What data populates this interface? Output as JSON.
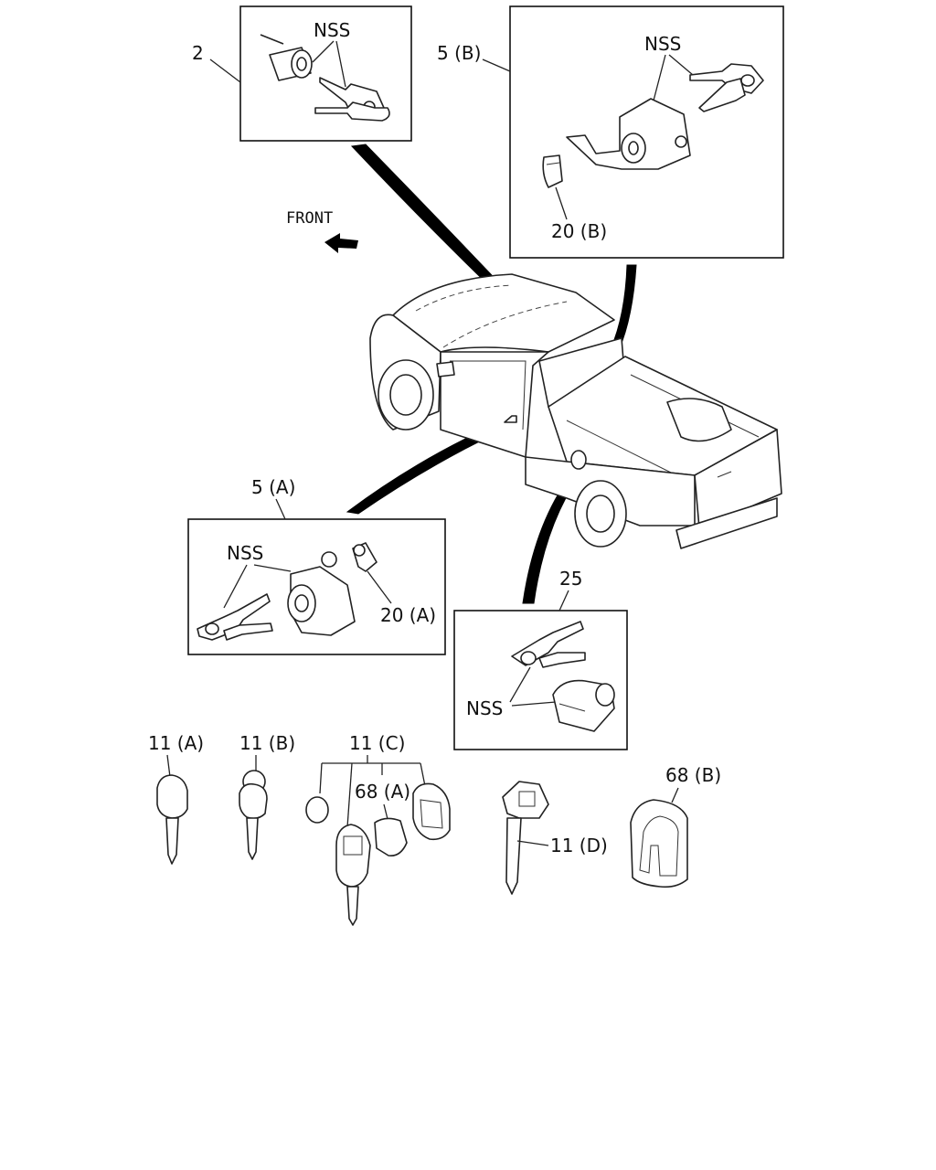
{
  "direction": {
    "label": "FRONT"
  },
  "callouts": {
    "ignition_cylinder": {
      "number": "2",
      "nss": "NSS"
    },
    "rear_door_cylinder": {
      "number": "5 (B)",
      "nss": "NSS",
      "cap": "20 (B)"
    },
    "front_door_cylinder": {
      "number": "5 (A)",
      "nss": "NSS",
      "cap": "20 (A)"
    },
    "fuel_lid_cylinder": {
      "number": "25",
      "nss": "NSS"
    }
  },
  "loose_parts": {
    "key_a": "11 (A)",
    "key_b": "11 (B)",
    "key_c": "11 (C)",
    "cover_a": "68 (A)",
    "key_d": "11 (D)",
    "cover_b": "68 (B)"
  }
}
